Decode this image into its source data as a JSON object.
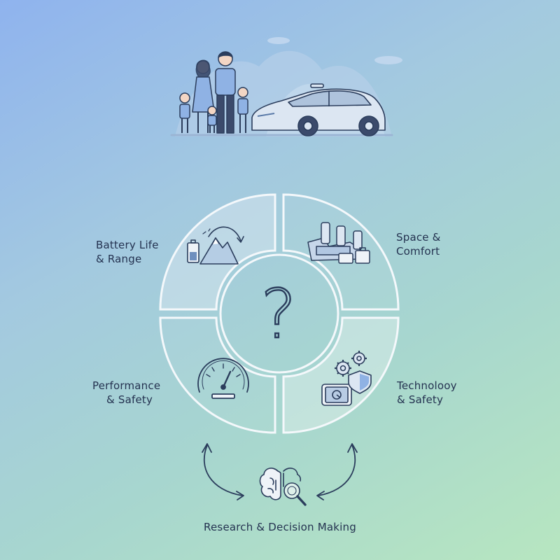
{
  "center_symbol": "?",
  "quadrants": [
    {
      "id": "battery",
      "line1": "Battery Life",
      "line2": "& Range",
      "icon": "battery-mountain-icon"
    },
    {
      "id": "space",
      "line1": "Space &",
      "line2": "Comfort",
      "icon": "car-seats-luggage-icon"
    },
    {
      "id": "performance",
      "line1": "Performance",
      "line2": "& Safety",
      "icon": "speedometer-icon"
    },
    {
      "id": "technology",
      "line1": "Technolooy",
      "line2": "& Safety",
      "icon": "gears-shield-tablet-icon"
    }
  ],
  "bottom_label": "Research & Decision Making",
  "illustration": "family-with-electric-suv",
  "colors": {
    "stroke": "#2b3d5c",
    "ring": "#f4f8fb",
    "accent_blue": "#8fb2e4"
  }
}
